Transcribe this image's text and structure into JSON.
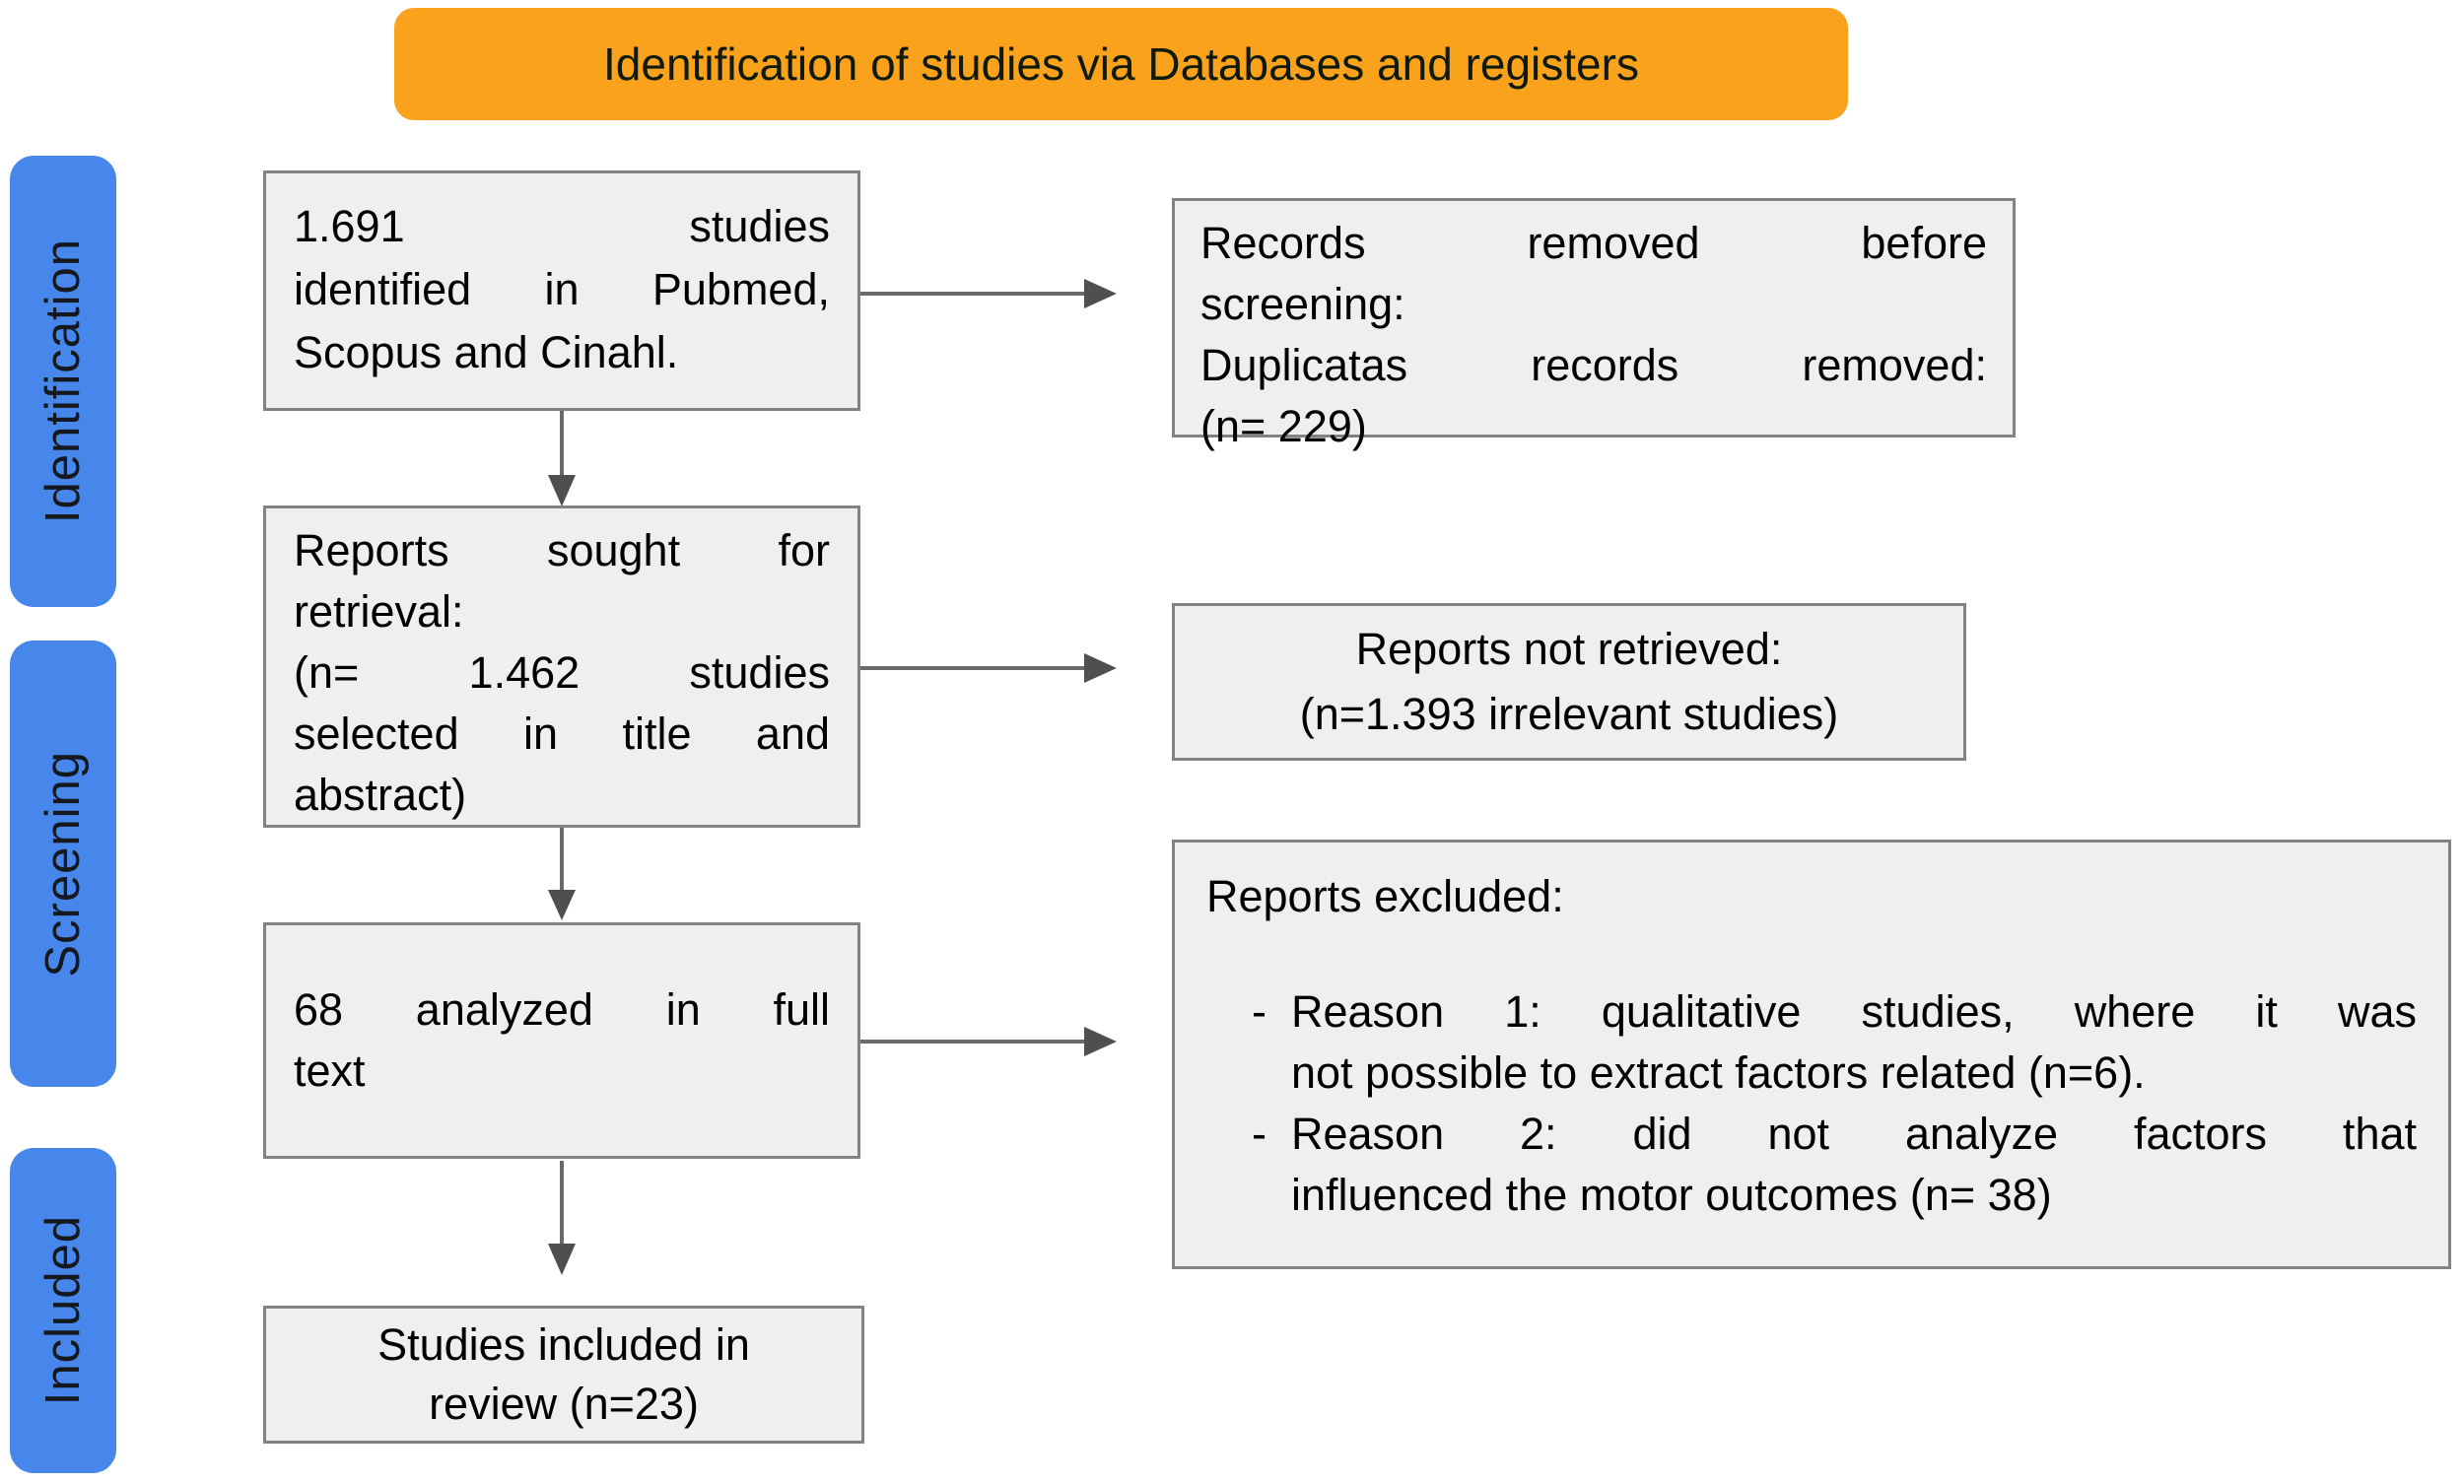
{
  "header": {
    "title": "Identification of studies via Databases and registers"
  },
  "sidebar": {
    "stages": [
      {
        "label": "Identification"
      },
      {
        "label": "Screening"
      },
      {
        "label": "Included"
      }
    ]
  },
  "boxes": {
    "identified": {
      "lines": [
        "1.691 studies",
        "identified in Pubmed,",
        "Scopus and Cinahl."
      ]
    },
    "records_removed": {
      "lines": [
        "Records removed before",
        "screening:",
        "Duplicatas records removed:",
        "(n= 229)"
      ]
    },
    "sought": {
      "lines": [
        "Reports sought for",
        "retrieval:",
        "(n= 1.462 studies",
        "selected in title and",
        "abstract)"
      ]
    },
    "not_retrieved": {
      "lines": [
        "Reports not retrieved:",
        "(n=1.393 irrelevant studies)"
      ]
    },
    "fulltext": {
      "lines": [
        "68 analyzed in full",
        "text"
      ]
    },
    "excluded": {
      "title": "Reports excluded:",
      "items": [
        {
          "marker": "-",
          "lines": [
            "Reason 1: qualitative studies, where it was",
            "not possible to extract factors related (n=6)."
          ]
        },
        {
          "marker": "-",
          "lines": [
            "Reason 2: did not analyze factors that",
            "influenced the motor outcomes (n= 38)"
          ]
        }
      ]
    },
    "included": {
      "lines": [
        "Studies included in",
        "review (n=23)"
      ]
    }
  },
  "colors": {
    "banner_orange": "#FAA21B",
    "stage_blue": "#4787EB",
    "box_fill": "#F0EFEF",
    "box_border": "#828282",
    "arrow_gray": "#6A6A6A"
  }
}
